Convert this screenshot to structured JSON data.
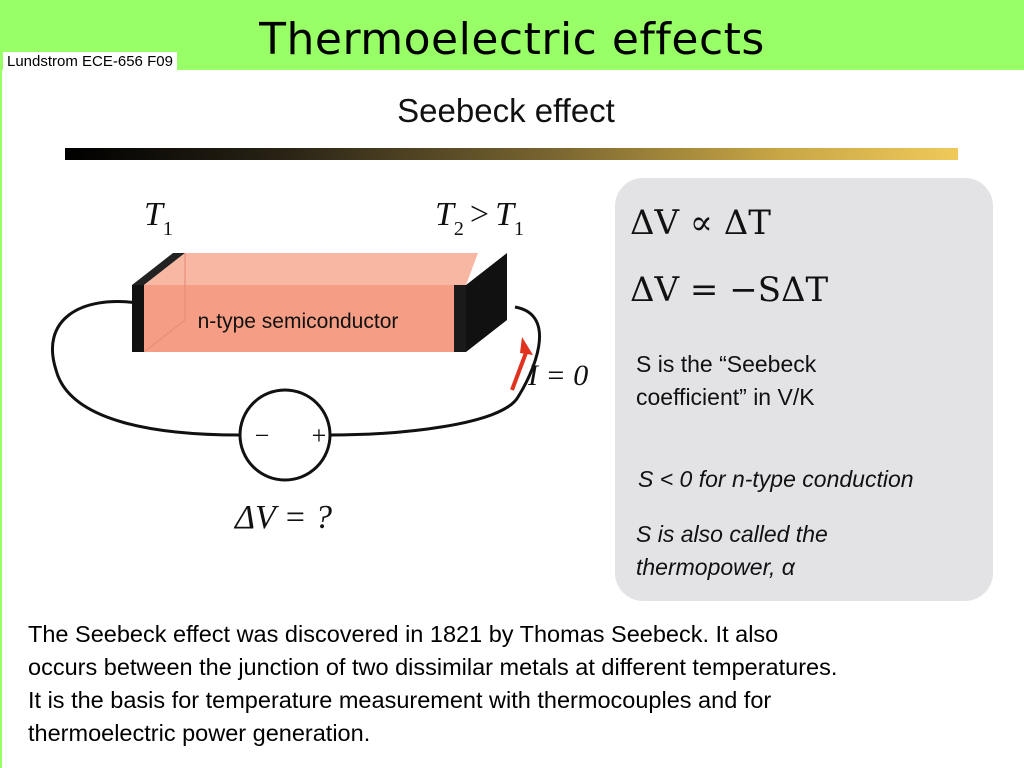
{
  "header": {
    "title": "Thermoelectric effects",
    "course_tag": "Lundstrom ECE-656 F09"
  },
  "subtitle": "Seebeck effect",
  "diagram": {
    "label_t1": "T",
    "label_t1_sub": "1",
    "label_t2": "T",
    "label_t2_sub": "2",
    "label_gt": ">",
    "label_t1b": "T",
    "label_t1b_sub": "1",
    "bar_label": "n-type semiconductor",
    "current_label": "I = 0",
    "minus": "−",
    "plus": "+",
    "voltage_label": "ΔV = ?",
    "colors": {
      "bar_front": "#f59e85",
      "bar_top": "#f7b7a3",
      "contact": "#111111",
      "arrow": "#e0321f"
    }
  },
  "callout": {
    "eq1": "ΔV ∝ ΔT",
    "eq2": "ΔV = −SΔT",
    "note1_line1": "S is the “Seebeck",
    "note1_line2": "coefficient” in V/K",
    "note2": "S < 0 for n-type conduction",
    "note3_line1": "S is also called the",
    "note3_line2": "thermopower, α"
  },
  "body": {
    "line1": "The Seebeck effect was discovered in 1821 by Thomas Seebeck.  It also",
    "line2": "occurs between the junction of two dissimilar metals at different temperatures.",
    "line3": "It is the basis for temperature measurement with thermocouples and for",
    "line4": "thermoelectric power generation."
  },
  "colors": {
    "title_bar": "#99ff66",
    "callout_bg": "#e3e3e6"
  }
}
